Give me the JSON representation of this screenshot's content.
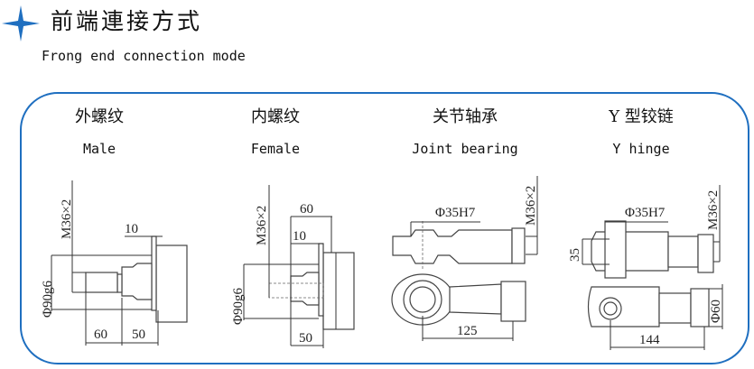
{
  "header": {
    "title": "前端連接方式",
    "subtitle": "Frong end connection mode",
    "icon": "four-point-star-icon",
    "accent": "#1f6fc0"
  },
  "modes": [
    {
      "cn": "外螺纹",
      "en": "Male",
      "dims": {
        "thread": "M36×2",
        "dia": "Φ90g6",
        "d1": "10",
        "d2": "60",
        "d3": "50"
      }
    },
    {
      "cn": "内螺纹",
      "en": "Female",
      "dims": {
        "thread": "M36×2",
        "dia": "Φ90g6",
        "d1": "60",
        "d2": "10",
        "d3": "50"
      }
    },
    {
      "cn": "关节轴承",
      "en": "Joint bearing",
      "dims": {
        "thread": "M36×2",
        "bore": "Φ35H7",
        "len": "125"
      }
    },
    {
      "cn": "Y 型铰链",
      "en": "Y hinge",
      "dims": {
        "thread": "M36×2",
        "bore": "Φ35H7",
        "width": "35",
        "dia": "Φ60",
        "len": "144"
      }
    }
  ]
}
